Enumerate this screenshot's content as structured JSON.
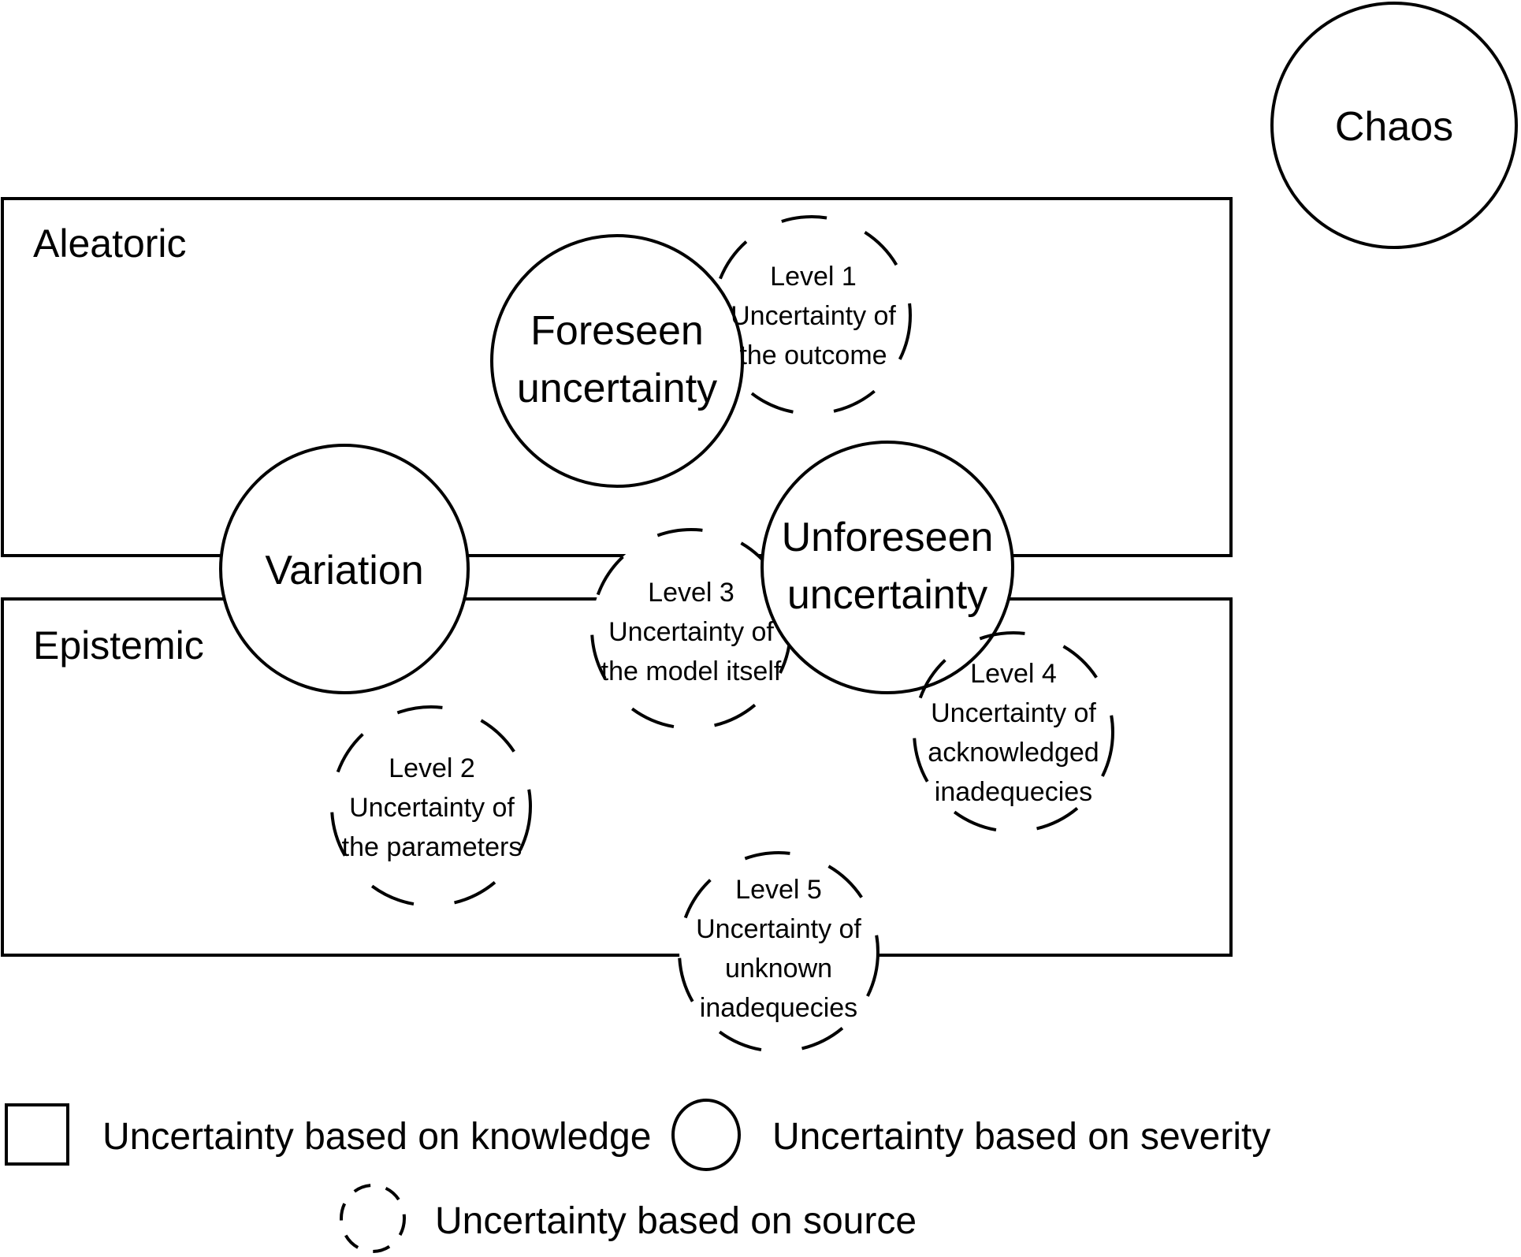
{
  "diagram": {
    "knowledge_boxes": [
      {
        "id": "aleatoric",
        "label": "Aleatoric"
      },
      {
        "id": "epistemic",
        "label": "Epistemic"
      }
    ],
    "severity_circles": [
      {
        "id": "chaos",
        "lines": [
          "Chaos"
        ]
      },
      {
        "id": "foreseen",
        "lines": [
          "Foreseen",
          "uncertainty"
        ]
      },
      {
        "id": "variation",
        "lines": [
          "Variation"
        ]
      },
      {
        "id": "unforeseen",
        "lines": [
          "Unforeseen",
          "uncertainty"
        ]
      }
    ],
    "source_circles": [
      {
        "id": "level1",
        "lines": [
          "Level 1",
          "Uncertainty of",
          "the outcome"
        ]
      },
      {
        "id": "level2",
        "lines": [
          "Level 2",
          "Uncertainty of",
          "the parameters"
        ]
      },
      {
        "id": "level3",
        "lines": [
          "Level 3",
          "Uncertainty of",
          "the model itself"
        ]
      },
      {
        "id": "level4",
        "lines": [
          "Level 4",
          "Uncertainty of",
          "acknowledged",
          "inadequecies"
        ]
      },
      {
        "id": "level5",
        "lines": [
          "Level 5",
          "Uncertainty of",
          "unknown",
          "inadequecies"
        ]
      }
    ]
  },
  "legend": {
    "knowledge": "Uncertainty based on knowledge",
    "severity": "Uncertainty based on severity",
    "source": "Uncertainty based on source"
  },
  "colors": {
    "stroke": "#000000",
    "background": "#ffffff"
  }
}
